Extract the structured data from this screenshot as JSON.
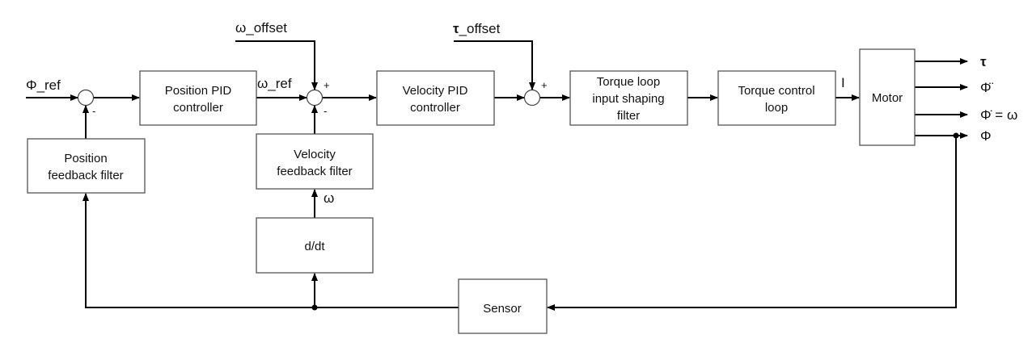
{
  "diagram": {
    "type": "control-loop block diagram",
    "inputs": {
      "phi_ref": "Φ_ref",
      "omega_offset": "ω_offset",
      "tau_offset_symbol": "τ",
      "tau_offset_suffix": "_offset",
      "omega_ref": "ω_ref",
      "current": "I",
      "omega_fb": "ω"
    },
    "blocks": {
      "position_pid": [
        "Position PID",
        "controller"
      ],
      "velocity_pid": [
        "Velocity PID",
        "controller"
      ],
      "torque_filter": [
        "Torque loop",
        "input shaping",
        "filter"
      ],
      "torque_control": [
        "Torque control",
        "loop"
      ],
      "motor": [
        "Motor"
      ],
      "position_fb_filter": [
        "Position",
        "feedback filter"
      ],
      "velocity_fb_filter": [
        "Velocity",
        "feedback filter"
      ],
      "ddt": [
        "d/dt"
      ],
      "sensor": [
        "Sensor"
      ]
    },
    "signs": {
      "sum1_fb": "-",
      "sum2_offset": "+",
      "sum2_fb": "-",
      "sum3_offset": "+"
    },
    "outputs": {
      "tau": "τ",
      "phi_ddot": "Φ̈",
      "phi_dot": "Φ̇ = ω",
      "phi": "Φ"
    }
  }
}
